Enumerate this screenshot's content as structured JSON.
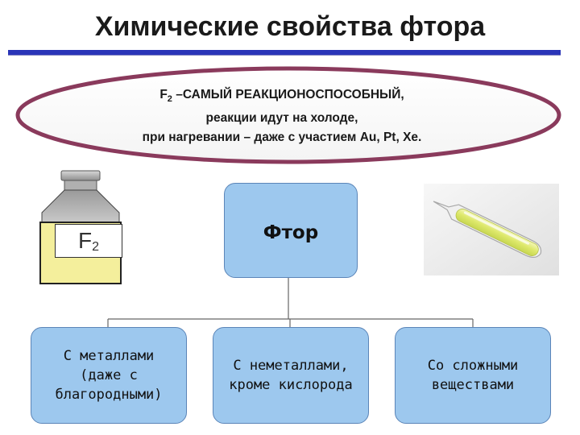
{
  "title": "Химические свойства фтора",
  "callout": {
    "formula_base": "F",
    "formula_sub": "2",
    "line1_rest": " –САМЫЙ РЕАКЦИОНОСПОСОБНЫЙ,",
    "line2": "реакции идут на холоде,",
    "line3": "при нагревании – даже с участием Au, Pt, Xe."
  },
  "bottle_label": {
    "base": "F",
    "sub": "2"
  },
  "root": {
    "label": "Фтор"
  },
  "children": [
    {
      "line1": "С металлами",
      "line2": "(даже с",
      "line3": "благородными)"
    },
    {
      "line1": "С неметаллами,",
      "line2": "кроме кислорода"
    },
    {
      "line1": "Со сложными",
      "line2": "веществами"
    }
  ],
  "colors": {
    "node_fill": "#9dc8ee",
    "node_border": "#5b85b8",
    "ellipse_border": "#8a3a5c",
    "title_rule": "#2a35b8",
    "bottle_liquid": "#f4ef9c",
    "ampoule_liquid": "#e6ee7a"
  }
}
